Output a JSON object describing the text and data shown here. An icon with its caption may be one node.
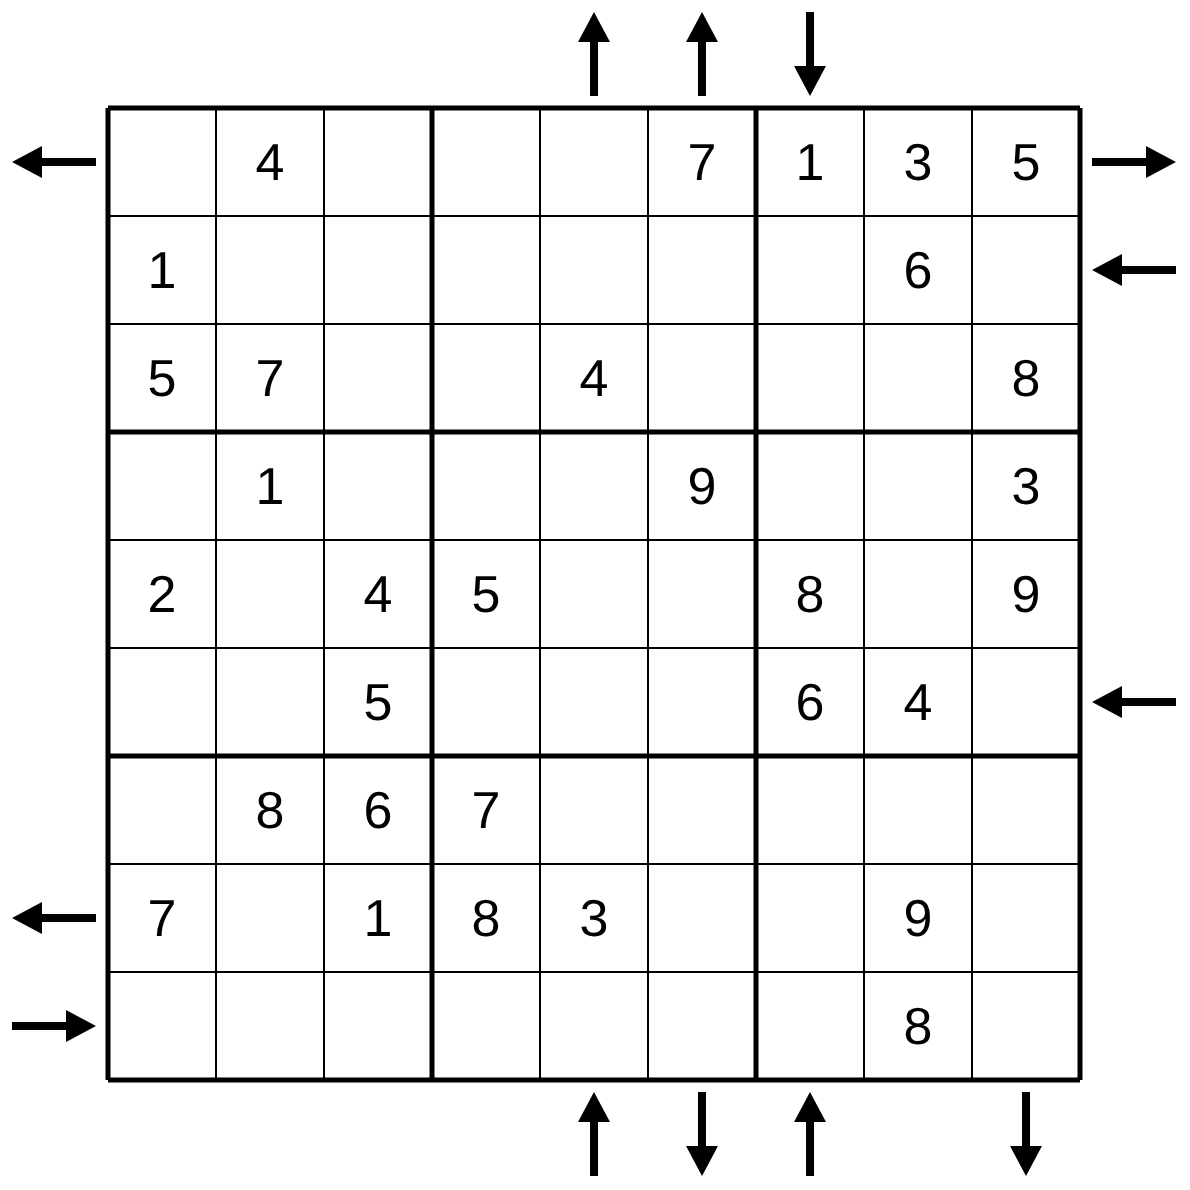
{
  "diagram": {
    "labels": [
      "4",
      "7",
      "1",
      "3",
      "5",
      "1",
      "6",
      "5",
      "7",
      "4",
      "8",
      "1",
      "9",
      "3",
      "2",
      "4",
      "5",
      "8",
      "9",
      "5",
      "6",
      "4",
      "8",
      "6",
      "7",
      "7",
      "1",
      "8",
      "3",
      "9",
      "8"
    ]
  }
}
